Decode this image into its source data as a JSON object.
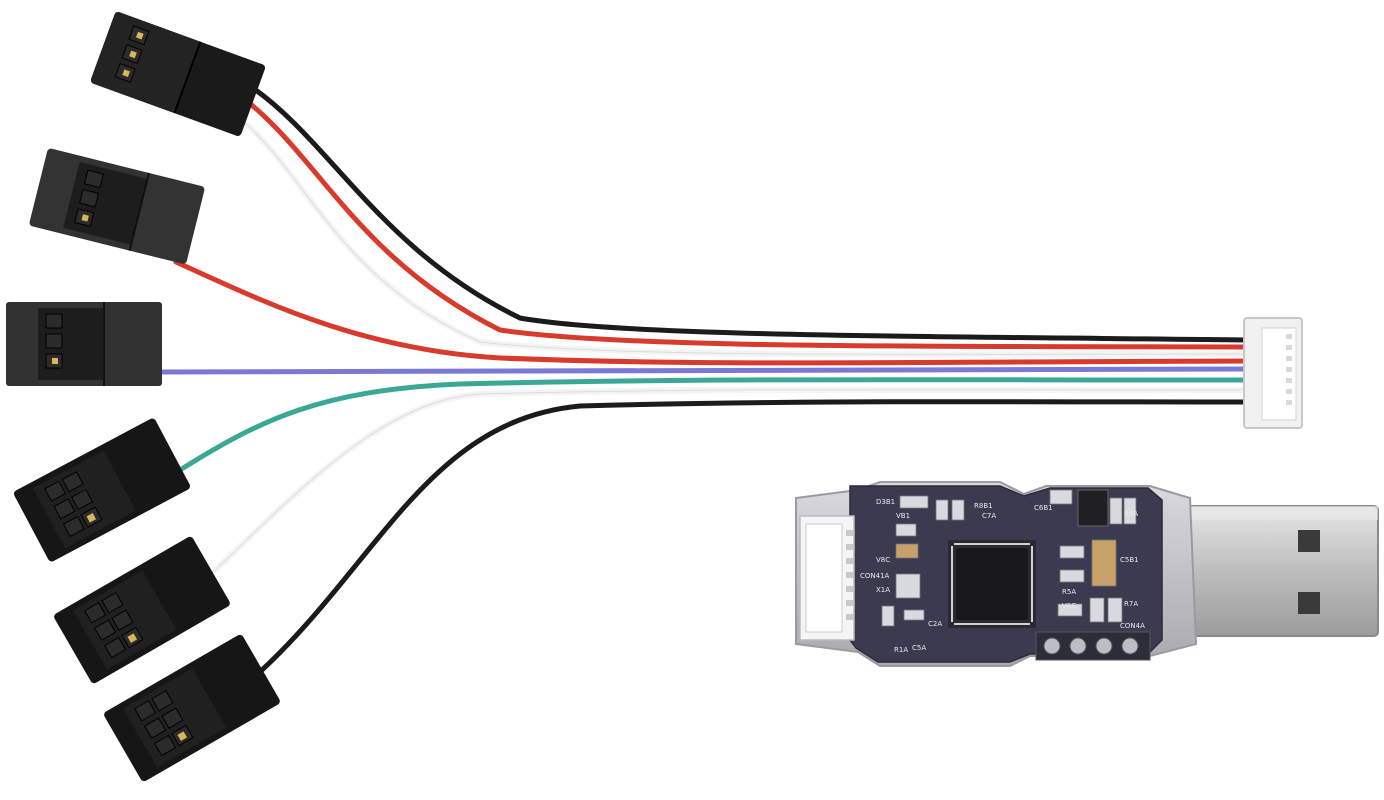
{
  "photo": {
    "background_color": "#ffffff",
    "wire_colors": {
      "black": "#1b1b1b",
      "red": "#d83a2e",
      "white": "#f2f2f2",
      "blue": "#7c79d6",
      "green": "#3aa894"
    },
    "pcb_color": "#3b3a4e",
    "plug_color": "#c9c9c9",
    "housing_color": "#1a1a1a",
    "pcb_labels": {
      "d3b1": "D3B1",
      "c7a": "C7A",
      "r8b1": "R8B1",
      "c6b1": "C6B1",
      "c5b1": "C5B1",
      "r5a": "R5A",
      "r7a": "R7A",
      "r8a": "R8A",
      "v6c": "V6C",
      "con4a": "CON4A",
      "c2a": "C2A",
      "c5a": "C5A",
      "r1a": "R1A",
      "v8c": "V8C",
      "vb1": "VB1",
      "x1a": "X1A",
      "con41a": "CON41A"
    }
  }
}
